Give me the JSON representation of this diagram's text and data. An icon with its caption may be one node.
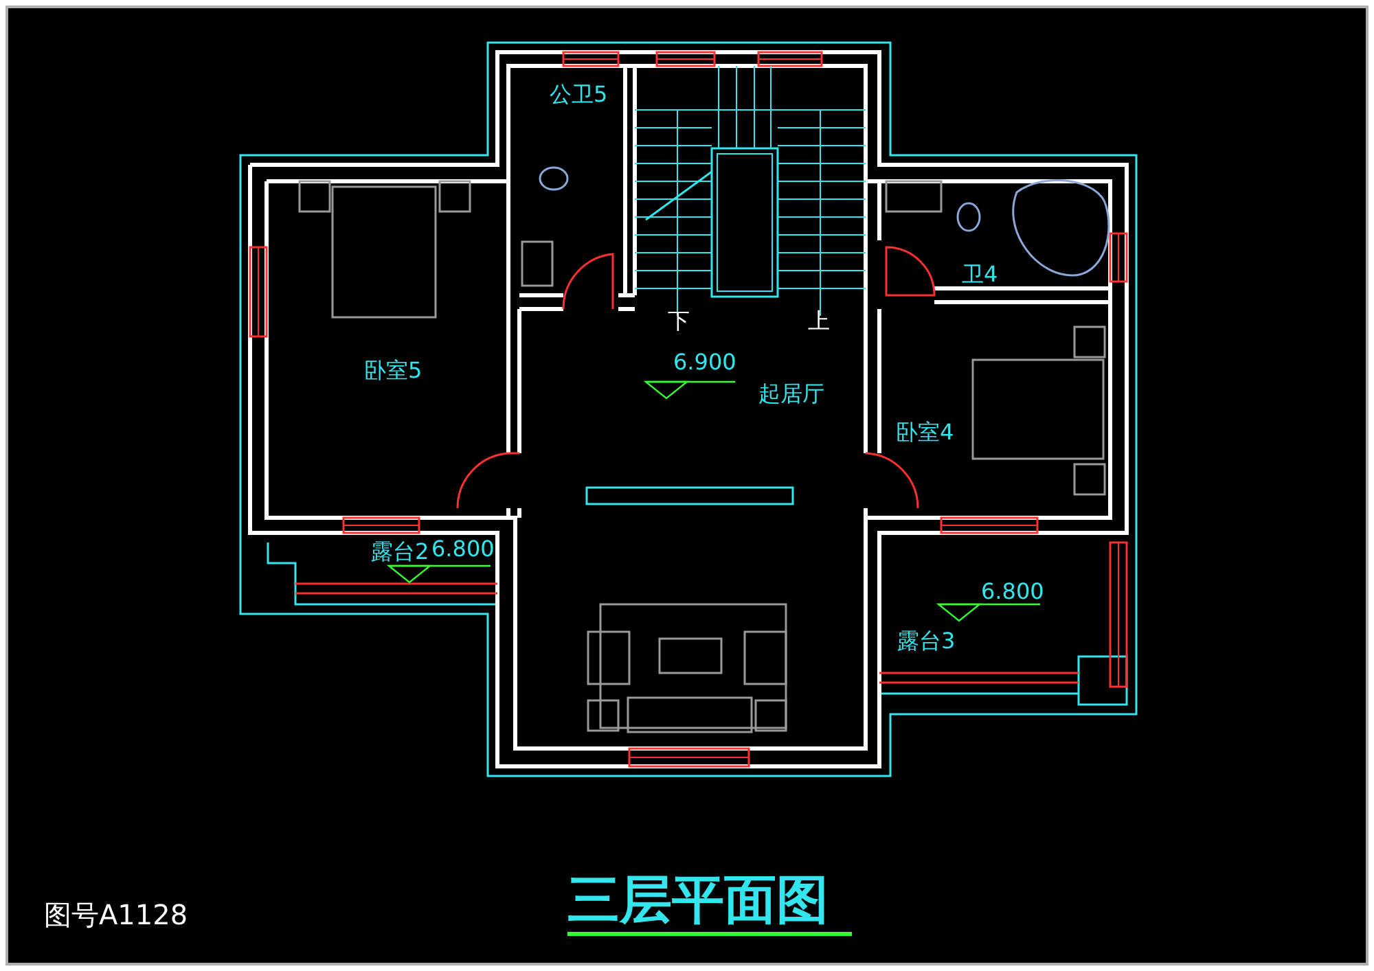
{
  "diagram": {
    "title": "三层平面图",
    "labels": [
      "公卫5",
      "卧室5",
      "下",
      "上",
      "6.900",
      "起居厅",
      "卫4",
      "卧室4",
      "露台2",
      "6.800",
      "6.800",
      "露台3",
      "图号A1128"
    ]
  }
}
